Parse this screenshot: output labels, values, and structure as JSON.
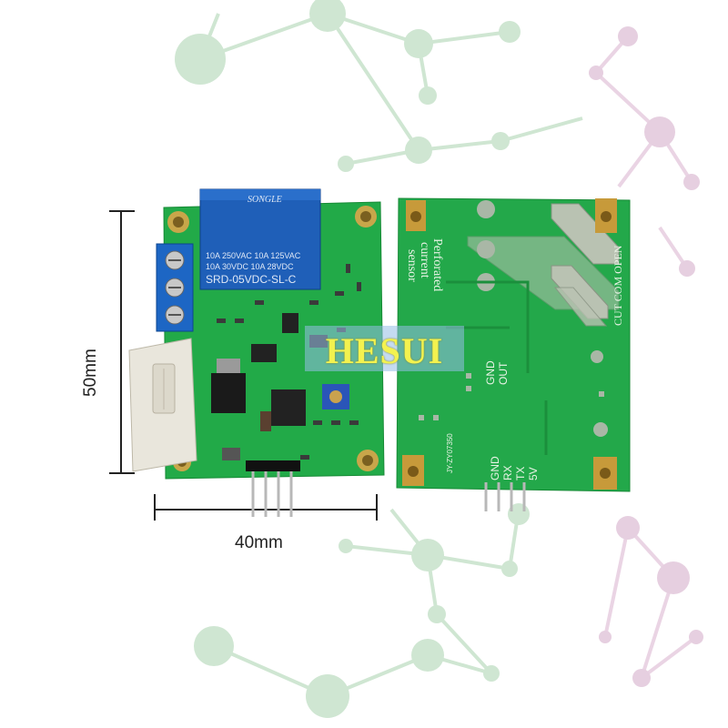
{
  "brand_watermark": "HESUI",
  "dimensions": {
    "height_label": "50mm",
    "width_label": "40mm"
  },
  "relay": {
    "brand": "SONGLE",
    "line1": "10A 250VAC 10A 125VAC",
    "line2": "10A  30VDC 10A 28VDC",
    "model": "SRD-05VDC-SL-C"
  },
  "back_board": {
    "label_line1": "Perforated",
    "label_line2": "current",
    "label_line3": "sensor",
    "pins_top": [
      "GND",
      "OUT"
    ],
    "pins_bottom": [
      "GND",
      "RX",
      "TX",
      "5V"
    ],
    "terminal_labels": "CUT COM OPEN",
    "part_number": "JY-ZY07350"
  },
  "colors": {
    "pcb_green": "#1faa45",
    "relay_blue": "#1f5fb8",
    "terminal_blue": "#1d66c4",
    "network_green": "#c9e6cf",
    "network_purple": "#e2c8dc"
  }
}
